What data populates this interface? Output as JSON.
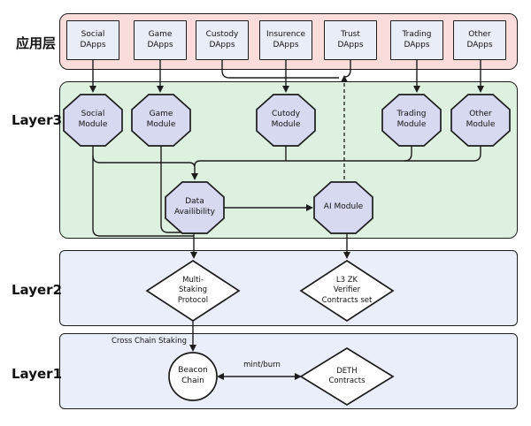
{
  "side_labels": {
    "app": "应用层",
    "l3": "Layer3",
    "l2": "Layer2",
    "l1": "Layer1"
  },
  "dapps": [
    {
      "label": "Social DApps"
    },
    {
      "label": "Game DApps"
    },
    {
      "label": "Custody\nDApps"
    },
    {
      "label": "Insurence\nDApps"
    },
    {
      "label": "Trust\nDApps"
    },
    {
      "label": "Trading\nDApps"
    },
    {
      "label": "Other\nDApps"
    }
  ],
  "modules": [
    {
      "label": "Social\nModule"
    },
    {
      "label": "Game\nModule"
    },
    {
      "label": "Cutody\nModule"
    },
    {
      "label": "Trading\nModule"
    },
    {
      "label": "Other\nModule"
    },
    {
      "label": "Data\nAvailibility"
    },
    {
      "label": "AI Module"
    }
  ],
  "layer2_nodes": [
    {
      "label": "Multi-\nStaking\nProtocol"
    },
    {
      "label": "L3 ZK\nVerifier\nContracts set"
    }
  ],
  "layer1_nodes": [
    {
      "label": "Beacon\nChain"
    },
    {
      "label": "DETH\nContracts"
    }
  ],
  "edge_labels": {
    "cross_chain_staking": "Cross Chain Staking",
    "mint_burn": "mint/burn"
  },
  "colors": {
    "app_band": "#fadcda",
    "layer3_band": "#def0e0",
    "layer_band_blue": "#e9eefa",
    "dapp_box_fill": "#e9edf8",
    "module_fill": "#d6d9f0",
    "border": "#1c1c1c"
  }
}
